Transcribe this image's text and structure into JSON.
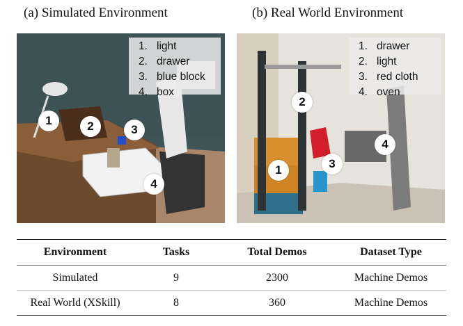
{
  "captions": {
    "sim": "(a) Simulated Environment",
    "real": "(b) Real World Environment"
  },
  "sim_legend": [
    {
      "num": "1.",
      "label": "light"
    },
    {
      "num": "2.",
      "label": "drawer"
    },
    {
      "num": "3.",
      "label": "blue block"
    },
    {
      "num": "4.",
      "label": "box"
    }
  ],
  "real_legend": [
    {
      "num": "1.",
      "label": "drawer"
    },
    {
      "num": "2.",
      "label": "light"
    },
    {
      "num": "3.",
      "label": "red cloth"
    },
    {
      "num": "4.",
      "label": "oven"
    }
  ],
  "markers": {
    "sim": [
      "1",
      "2",
      "3",
      "4"
    ],
    "real": [
      "1",
      "2",
      "3",
      "4"
    ]
  },
  "table": {
    "headers": [
      "Environment",
      "Tasks",
      "Total Demos",
      "Dataset Type"
    ],
    "rows": [
      [
        "Simulated",
        "9",
        "2300",
        "Machine Demos"
      ],
      [
        "Real World (XSkill)",
        "8",
        "360",
        "Machine Demos"
      ]
    ]
  }
}
